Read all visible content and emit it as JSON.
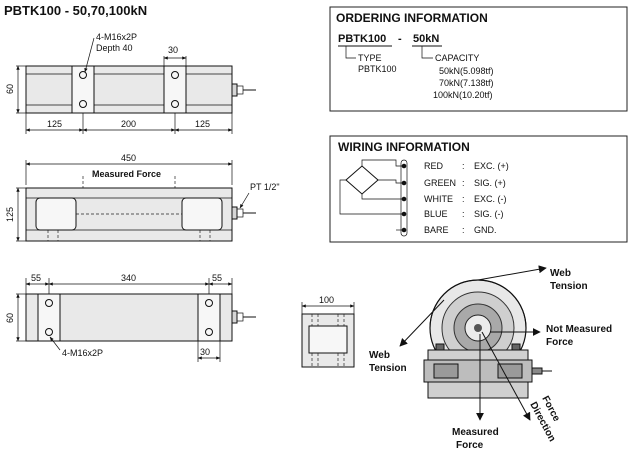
{
  "title": "PBTK100 - 50,70,100kN",
  "top_view": {
    "thread_callout": "4-M16x2P",
    "depth_callout": "Depth 40",
    "dim_hole_spacing": "30",
    "dim_height": "60",
    "dim_left": "125",
    "dim_middle": "200",
    "dim_right": "125"
  },
  "front_view": {
    "dim_length": "450",
    "dim_height": "125",
    "force_label": "Measured Force",
    "port_label": "PT 1/2\""
  },
  "bottom_view": {
    "dim_left": "55",
    "dim_middle": "340",
    "dim_right": "55",
    "dim_height": "60",
    "dim_hole_spacing": "30",
    "thread_callout": "4-M16x2P"
  },
  "end_view": {
    "dim_width": "100"
  },
  "ordering": {
    "heading": "ORDERING INFORMATION",
    "model": "PBTK100",
    "separator": "-",
    "capacity_code": "50kN",
    "type_label": "TYPE",
    "type_value": "PBTK100",
    "capacity_label": "CAPACITY",
    "capacities": [
      "50kN(5.098tf)",
      "70kN(7.138tf)",
      "100kN(10.20tf)"
    ]
  },
  "wiring": {
    "heading": "WIRING INFORMATION",
    "rows": [
      {
        "color": "RED",
        "sep": ":",
        "signal": "EXC. (+)"
      },
      {
        "color": "GREEN",
        "sep": ":",
        "signal": "SIG. (+)"
      },
      {
        "color": "WHITE",
        "sep": ":",
        "signal": "EXC. (-)"
      },
      {
        "color": "BLUE",
        "sep": ":",
        "signal": "SIG. (-)"
      },
      {
        "color": "BARE",
        "sep": ":",
        "signal": "GND."
      }
    ]
  },
  "application": {
    "web_tension_right": [
      "Web",
      "Tension"
    ],
    "not_measured_force": [
      "Not Measured",
      "Force"
    ],
    "web_tension_left": [
      "Web",
      "Tension"
    ],
    "force_direction": [
      "Force",
      "Direction"
    ],
    "measured_force": [
      "Measured",
      "Force"
    ]
  }
}
